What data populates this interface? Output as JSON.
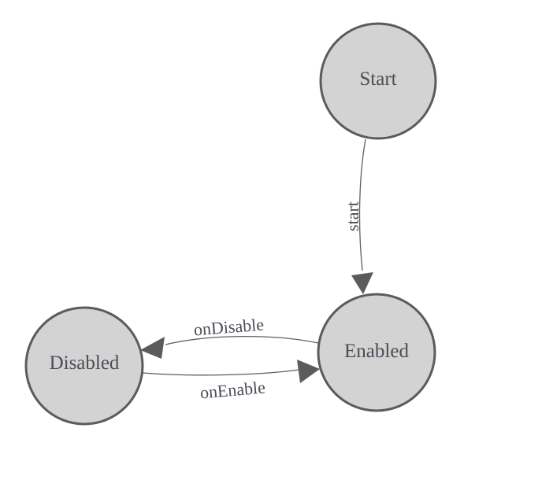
{
  "diagram": {
    "title": "state-machine-diagram",
    "colors": {
      "node_fill": "#d3d3d3",
      "node_stroke": "#5b5b5b",
      "edge_stroke": "#5f5f5f",
      "arrow_fill": "#5b5b5b",
      "label_color": "#4a4e55",
      "background": "#ffffff"
    },
    "nodes": [
      {
        "id": "start",
        "label": "Start"
      },
      {
        "id": "enabled",
        "label": "Enabled"
      },
      {
        "id": "disabled",
        "label": "Disabled"
      }
    ],
    "edges": [
      {
        "id": "start-to-enabled",
        "label": "start",
        "from": "Start",
        "to": "Enabled"
      },
      {
        "id": "enabled-to-disabled",
        "label": "onDisable",
        "from": "Enabled",
        "to": "Disabled"
      },
      {
        "id": "disabled-to-enabled",
        "label": "onEnable",
        "from": "Disabled",
        "to": "Enabled"
      }
    ]
  }
}
